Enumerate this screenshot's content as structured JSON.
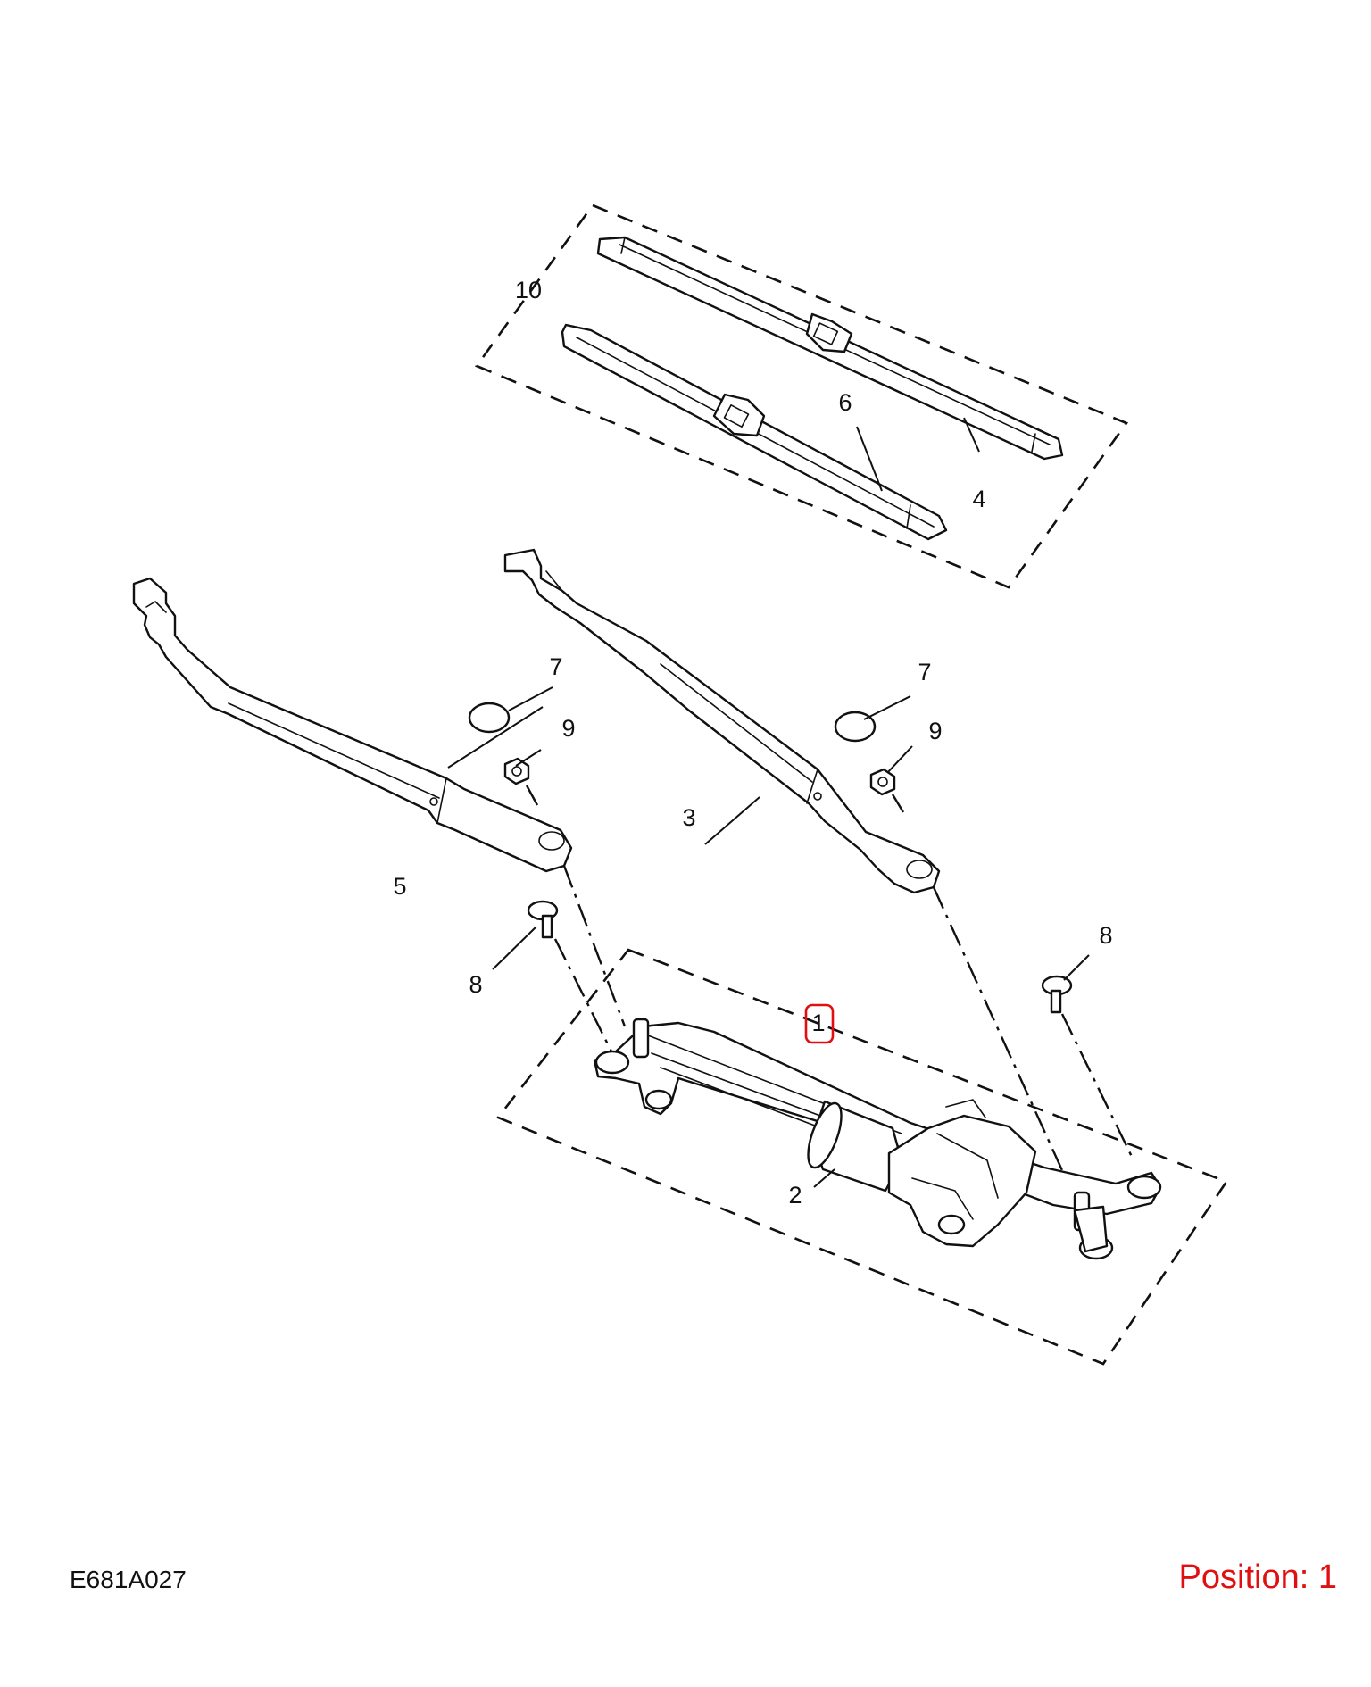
{
  "diagram": {
    "callouts": [
      {
        "id": "c1",
        "label": "1",
        "highlighted": true
      },
      {
        "id": "c2",
        "label": "2"
      },
      {
        "id": "c3",
        "label": "3"
      },
      {
        "id": "c4",
        "label": "4"
      },
      {
        "id": "c5",
        "label": "5"
      },
      {
        "id": "c6",
        "label": "6"
      },
      {
        "id": "c7a",
        "label": "7"
      },
      {
        "id": "c7b",
        "label": "7"
      },
      {
        "id": "c8a",
        "label": "8"
      },
      {
        "id": "c8b",
        "label": "8"
      },
      {
        "id": "c9a",
        "label": "9"
      },
      {
        "id": "c9b",
        "label": "9"
      },
      {
        "id": "c10",
        "label": "10"
      }
    ]
  },
  "footer": {
    "code": "E681A027",
    "position_text": "Position: 1"
  },
  "colors": {
    "highlight": "#e01010",
    "line": "#111111",
    "background": "#ffffff"
  }
}
